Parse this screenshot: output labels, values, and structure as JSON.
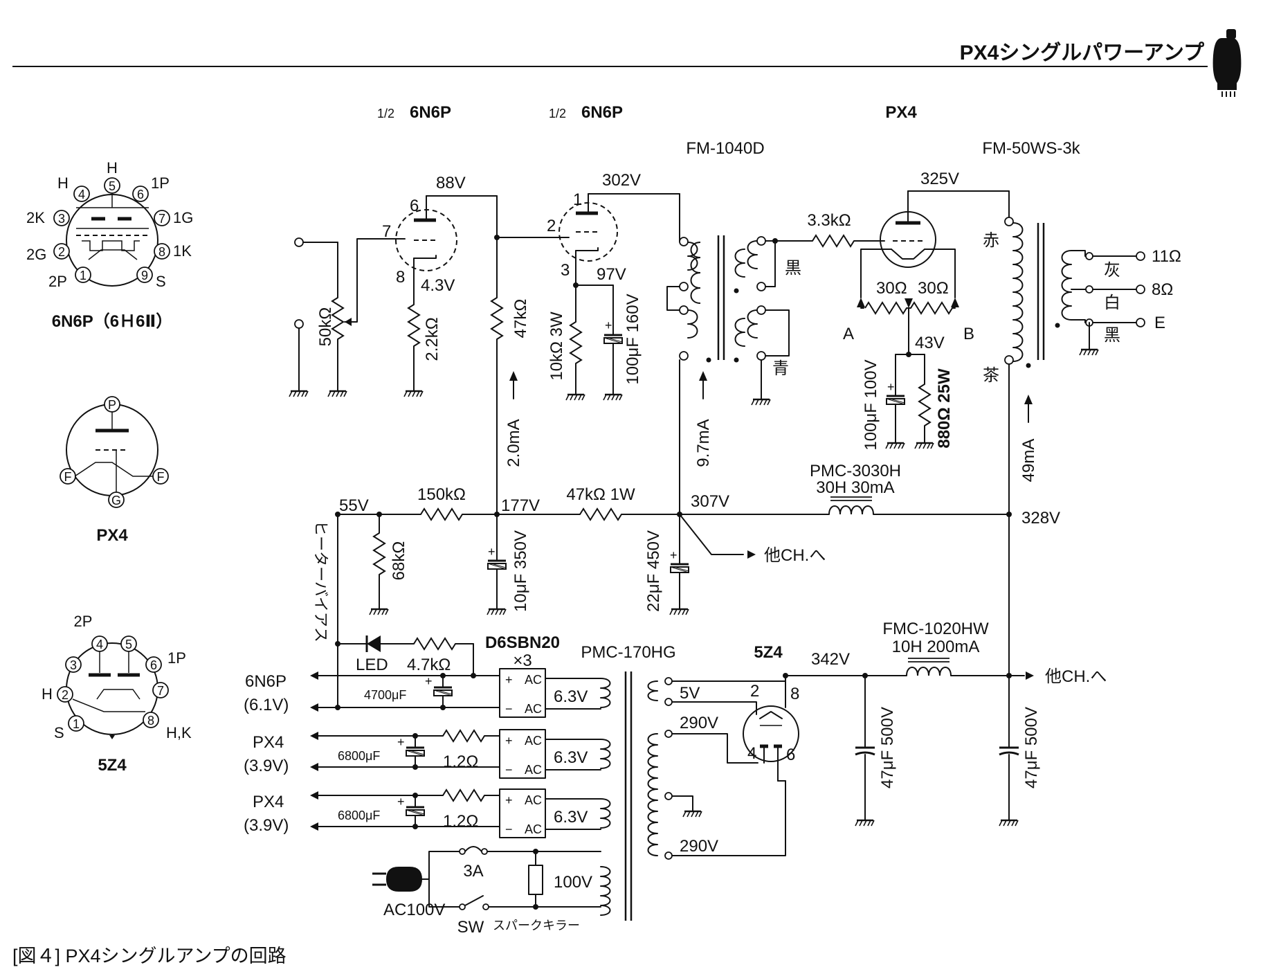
{
  "header": {
    "title": "PX4シングルパワーアンプ"
  },
  "caption": "[図４] PX4シングルアンプの回路",
  "tubes": {
    "v1_half": "1/2",
    "v1_name": "6N6P",
    "v2_half": "1/2",
    "v2_name": "6N6P",
    "v3_name": "PX4",
    "rect_name": "5Z4"
  },
  "pinouts": {
    "6n6p": {
      "caption": "6N6P（6Ｈ6Ⅱ）",
      "labels": [
        "H",
        "1P",
        "1G",
        "1K",
        "S",
        "2P",
        "2G",
        "2K",
        "H"
      ],
      "pins": [
        "1",
        "2",
        "3",
        "4",
        "5",
        "6",
        "7",
        "8",
        "9"
      ]
    },
    "px4": {
      "caption": "PX4",
      "pins": [
        "P",
        "F",
        "F",
        "G"
      ]
    },
    "5z4": {
      "caption": "5Z4",
      "labels": [
        "2P",
        "1P",
        "H",
        "S",
        "H,K"
      ],
      "pins": [
        "1",
        "2",
        "3",
        "4",
        "5",
        "6",
        "7",
        "8"
      ]
    }
  },
  "transformers": {
    "interstage": "FM-1040D",
    "output": "FM-50WS-3k",
    "power": "PMC-170HG"
  },
  "chokes": {
    "c1_name": "PMC-3030H",
    "c1_spec": "30H 30mA",
    "c2_name": "FMC-1020HW",
    "c2_spec": "10H 200mA"
  },
  "voltages": {
    "v1_plate": "88V",
    "v1_cathode": "4.3V",
    "v2_plate": "302V",
    "v2_cathode": "97V",
    "px4_plate": "325V",
    "px4_cathode": "43V",
    "b_177": "177V",
    "b_307": "307V",
    "b_328": "328V",
    "b_55": "55V",
    "b_342": "342V",
    "tap_5v": "5V",
    "tap_290a": "290V",
    "tap_290b": "290V"
  },
  "currents": {
    "i1": "2.0mA",
    "i2": "9.7mA",
    "i3": "49mA"
  },
  "pin_numbers": {
    "v1_plate": "6",
    "v1_grid": "7",
    "v1_cath": "8",
    "v2_plate": "1",
    "v2_grid": "2",
    "v2_cath": "3",
    "r_pin2": "2",
    "r_pin8": "8",
    "r_pin4": "4",
    "r_pin6": "6"
  },
  "components": {
    "vr": "50kΩ",
    "r_k1": "2.2kΩ",
    "r_l1": "47kΩ",
    "r_k2": "10kΩ 3W",
    "c_k2": "100μF 160V",
    "r_g3": "3.3kΩ",
    "r_hum_a": "30Ω",
    "r_hum_b": "30Ω",
    "c_k3": "100μF 100V",
    "r_k3": "880Ω 25W",
    "r_150k": "150kΩ",
    "r_47k1w": "47kΩ 1W",
    "r_68k": "68kΩ",
    "c_10u": "10μF 350V",
    "c_22u": "22μF 450V",
    "c_47a": "47μF 500V",
    "c_47b": "47μF 500V",
    "r_4k7": "4.7kΩ",
    "c_4700": "4700μF",
    "r_1r2a": "1.2Ω",
    "r_1r2b": "1.2Ω",
    "c_6800a": "6800μF",
    "c_6800b": "6800μF",
    "bridge": "D6SBN20",
    "bridge_qty": "×3",
    "led": "LED",
    "sw": "SW",
    "fuse": "3A",
    "spark": "スパークキラー",
    "spark_v": "100V",
    "ac_in": "AC100V"
  },
  "misc": {
    "heater_bias": "ヒーターバイアス",
    "to_other_ch_1": "他CH.へ",
    "to_other_ch_2": "他CH.へ",
    "hum_a": "A",
    "hum_b": "B",
    "ot_red": "赤",
    "ot_brown": "茶",
    "ot_gray": "灰",
    "ot_white": "白",
    "ot_black": "黑",
    "it_black": "黒",
    "it_blue": "青",
    "sec_11": "11Ω",
    "sec_8": "8Ω",
    "sec_e": "E",
    "rail_6n6p": "6N6P",
    "rail_6n6p_v": "(6.1V)",
    "rail_px4a": "PX4",
    "rail_px4a_v": "(3.9V)",
    "rail_px4b": "PX4",
    "rail_px4b_v": "(3.9V)",
    "ac_plus": "+",
    "ac_minus": "−",
    "ac_label": "AC",
    "v63a": "6.3V",
    "v63b": "6.3V",
    "v63c": "6.3V"
  },
  "colors": {
    "ink": "#111111",
    "paper": "#ffffff"
  }
}
